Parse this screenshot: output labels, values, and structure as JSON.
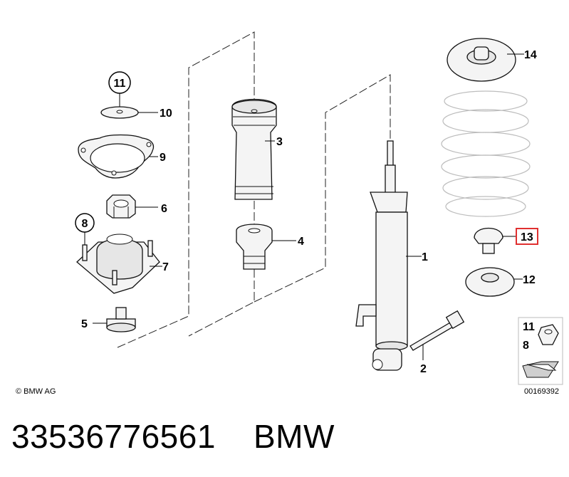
{
  "diagram": {
    "copyright": "© BMW AG",
    "ref_number": "00169392",
    "callouts": {
      "c1": "1",
      "c2": "2",
      "c3": "3",
      "c4": "4",
      "c5": "5",
      "c6": "6",
      "c7": "7",
      "c8": "8",
      "c9": "9",
      "c10": "10",
      "c11": "11",
      "c12": "12",
      "c13": "13",
      "c14": "14"
    },
    "legend": {
      "top": "11",
      "bottom": "8"
    },
    "highlight_color": "#e03030"
  },
  "footer": {
    "part_number": "33536776561",
    "brand": "BMW"
  }
}
